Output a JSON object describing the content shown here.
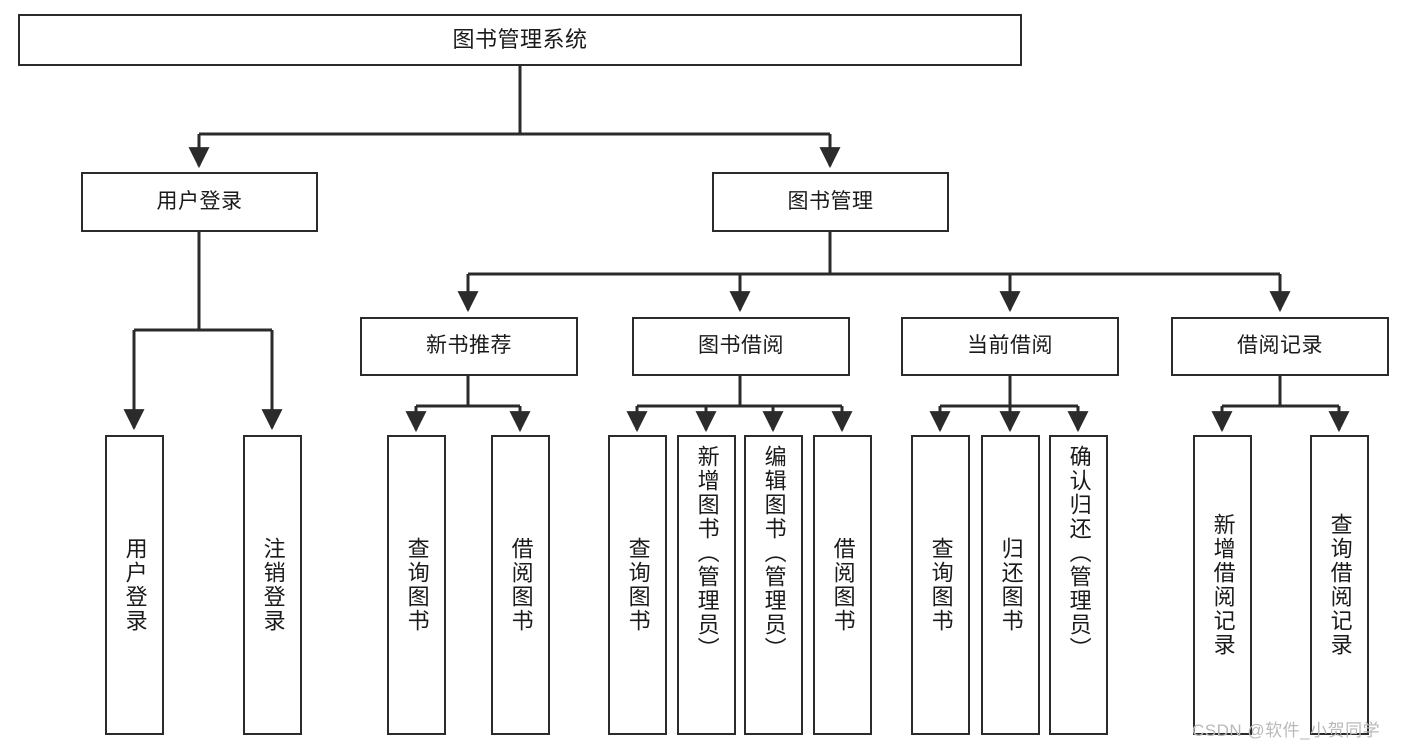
{
  "diagram": {
    "title": "图书管理系统",
    "type": "hierarchy-tree",
    "levels": 4
  },
  "nodes": {
    "root": {
      "label": "图书管理系统",
      "orientation": "horizontal"
    },
    "level2": [
      {
        "id": "user-login",
        "label": "用户登录",
        "orientation": "horizontal"
      },
      {
        "id": "book-manage",
        "label": "图书管理",
        "orientation": "horizontal"
      }
    ],
    "level3": [
      {
        "id": "new-book-recommend",
        "label": "新书推荐",
        "orientation": "horizontal"
      },
      {
        "id": "book-borrow",
        "label": "图书借阅",
        "orientation": "horizontal"
      },
      {
        "id": "current-borrow",
        "label": "当前借阅",
        "orientation": "horizontal"
      },
      {
        "id": "borrow-record",
        "label": "借阅记录",
        "orientation": "horizontal"
      }
    ],
    "leaves": {
      "user-login": [
        {
          "id": "leaf-user-login",
          "label": "用户登录",
          "orientation": "vertical"
        },
        {
          "id": "leaf-logout-login",
          "label": "注销登录",
          "orientation": "vertical"
        }
      ],
      "new-book-recommend": [
        {
          "id": "leaf-query-book-1",
          "label": "查询图书",
          "orientation": "vertical"
        },
        {
          "id": "leaf-borrow-book-1",
          "label": "借阅图书",
          "orientation": "vertical"
        }
      ],
      "book-borrow": [
        {
          "id": "leaf-query-book-2",
          "label": "查询图书",
          "orientation": "vertical"
        },
        {
          "id": "leaf-add-book",
          "label": "新增图书（管理员）",
          "orientation": "vertical"
        },
        {
          "id": "leaf-edit-book",
          "label": "编辑图书（管理员）",
          "orientation": "vertical"
        },
        {
          "id": "leaf-borrow-book-2",
          "label": "借阅图书",
          "orientation": "vertical"
        }
      ],
      "current-borrow": [
        {
          "id": "leaf-query-book-3",
          "label": "查询图书",
          "orientation": "vertical"
        },
        {
          "id": "leaf-return-book",
          "label": "归还图书",
          "orientation": "vertical"
        },
        {
          "id": "leaf-confirm-return",
          "label": "确认归还（管理员）",
          "orientation": "vertical"
        }
      ],
      "borrow-record": [
        {
          "id": "leaf-add-record",
          "label": "新增借阅记录",
          "orientation": "vertical"
        },
        {
          "id": "leaf-query-record",
          "label": "查询借阅记录",
          "orientation": "vertical"
        }
      ]
    }
  },
  "style": {
    "border_color": "#2b2b2b",
    "background": "#ffffff",
    "text_color": "#1a1a1a",
    "connector_color": "#2b2b2b",
    "watermark_color": "#b9b9b9"
  },
  "watermark": {
    "text": "CSDN @软件_小贺同学"
  }
}
